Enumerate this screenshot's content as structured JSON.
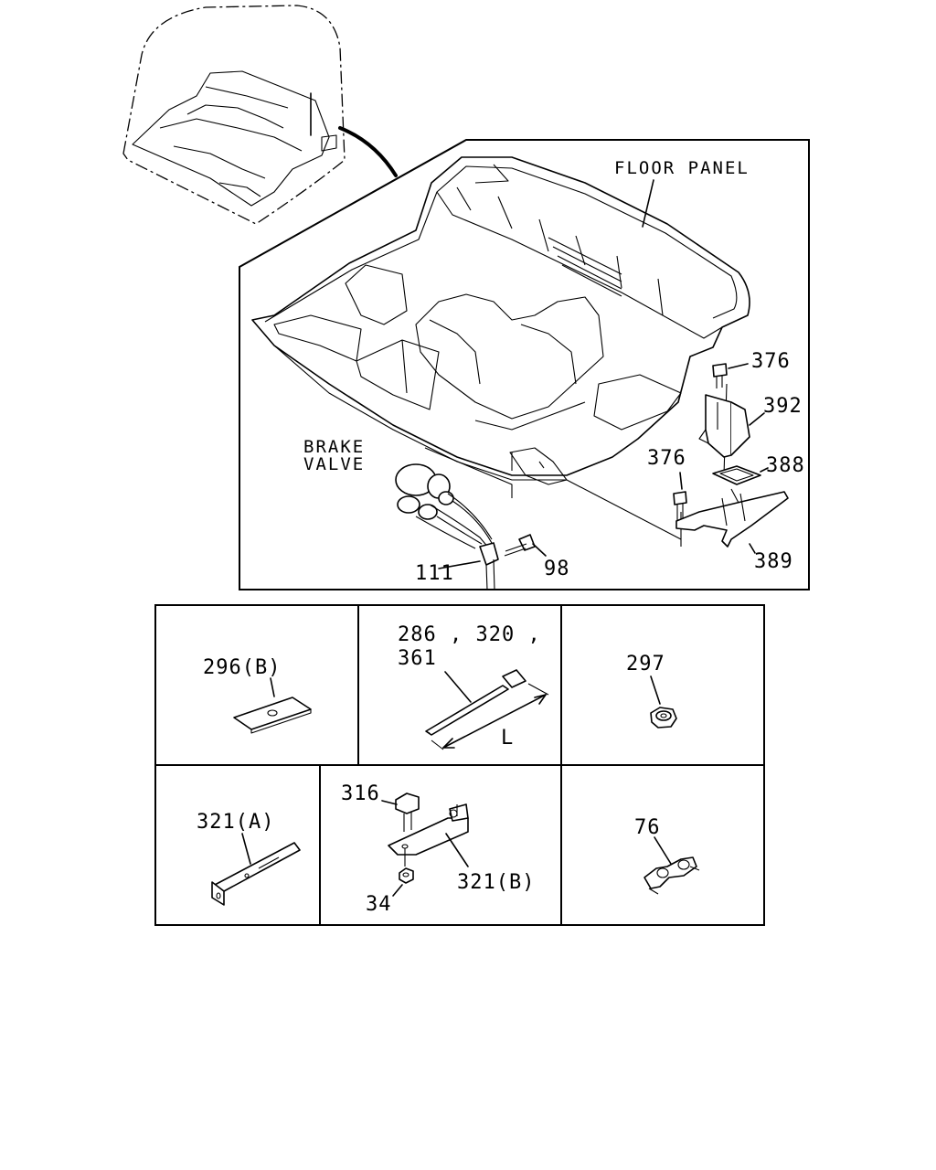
{
  "diagram": {
    "labels": {
      "floor_panel": "FLOOR PANEL",
      "brake_valve_line1": "BRAKE",
      "brake_valve_line2": "VALVE",
      "p376a": "376",
      "p392": "392",
      "p376b": "376",
      "p388": "388",
      "p389": "389",
      "p111": "111",
      "p98": "98"
    },
    "grid": {
      "cell_296b": "296(B)",
      "cell_tie_line1": "286 , 320 ,",
      "cell_tie_line2": "361",
      "cell_tie_length": "L",
      "cell_297": "297",
      "cell_321a": "321(A)",
      "cell_316": "316",
      "cell_321b": "321(B)",
      "cell_34": "34",
      "cell_76": "76"
    }
  }
}
